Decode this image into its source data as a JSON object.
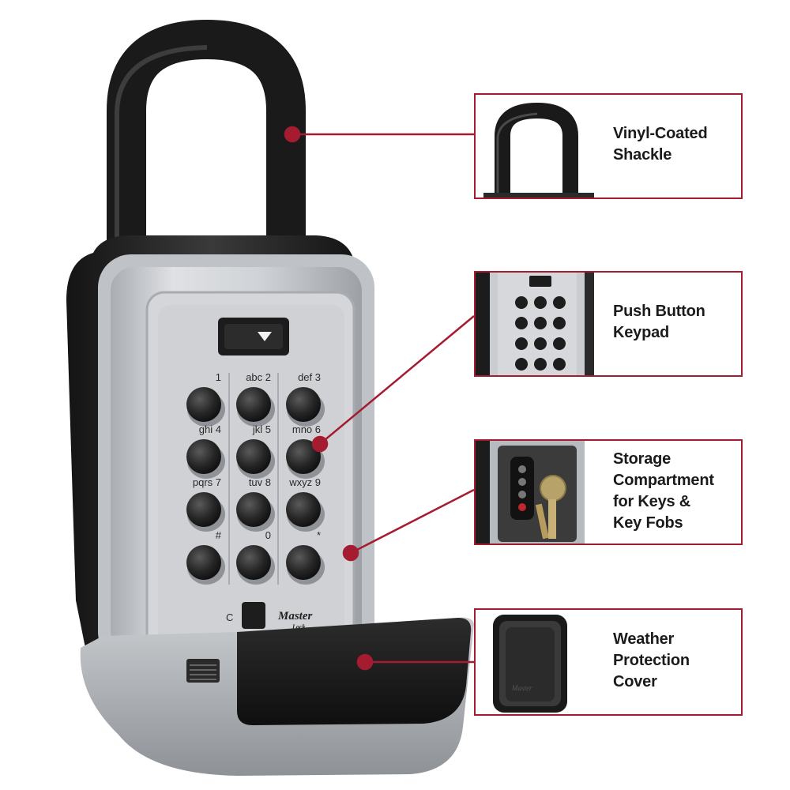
{
  "colors": {
    "accent": "#a51c30",
    "body_black": "#1f1f1f",
    "faceplate": "#c9ccd0"
  },
  "keypad": {
    "keys": [
      {
        "digit": "1",
        "letters": ""
      },
      {
        "digit": "2",
        "letters": "abc"
      },
      {
        "digit": "3",
        "letters": "def"
      },
      {
        "digit": "4",
        "letters": "ghi"
      },
      {
        "digit": "5",
        "letters": "jkl"
      },
      {
        "digit": "6",
        "letters": "mno"
      },
      {
        "digit": "7",
        "letters": "pqrs"
      },
      {
        "digit": "8",
        "letters": "tuv"
      },
      {
        "digit": "9",
        "letters": "wxyz"
      },
      {
        "digit": "#",
        "letters": ""
      },
      {
        "digit": "0",
        "letters": ""
      },
      {
        "digit": "*",
        "letters": ""
      }
    ],
    "clear_label": "C",
    "brand_line1": "Master",
    "brand_line2": "Lock"
  },
  "callouts": [
    {
      "id": "shackle",
      "lines": [
        "Vinyl-Coated",
        "Shackle"
      ],
      "thumb_icon": "shackle-icon"
    },
    {
      "id": "keypad",
      "lines": [
        "Push Button",
        "Keypad"
      ],
      "thumb_icon": "keypad-icon"
    },
    {
      "id": "storage",
      "lines": [
        "Storage",
        "Compartment",
        "for Keys &",
        "Key Fobs"
      ],
      "thumb_icon": "key-compartment-icon"
    },
    {
      "id": "cover",
      "lines": [
        "Weather",
        "Protection",
        "Cover"
      ],
      "thumb_icon": "cover-icon"
    }
  ]
}
